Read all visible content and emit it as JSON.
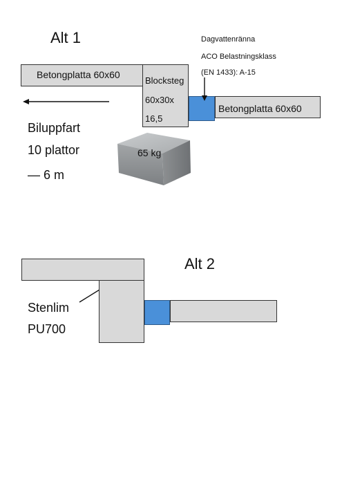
{
  "alt1": {
    "title": "Alt 1",
    "slab_left_label": "Betongplatta 60x60",
    "step_label_lines": [
      "Blocksteg",
      "60x30x",
      "16,5"
    ],
    "channel_caption_lines": [
      "Dagvattenränna",
      "ACO Belastningsklass",
      "(EN 1433): A-15"
    ],
    "slab_right_label": "Betongplatta 60x60",
    "driveway_lines": [
      "Biluppfart",
      "10 plattor",
      "— 6 m"
    ],
    "block_weight": "65 kg"
  },
  "alt2": {
    "title": "Alt 2",
    "adhesive_lines": [
      "Stenlim",
      "PU700"
    ]
  },
  "colors": {
    "slab_fill": "#d9d9d9",
    "outline": "#333333",
    "channel_fill": "#4a90d9"
  }
}
